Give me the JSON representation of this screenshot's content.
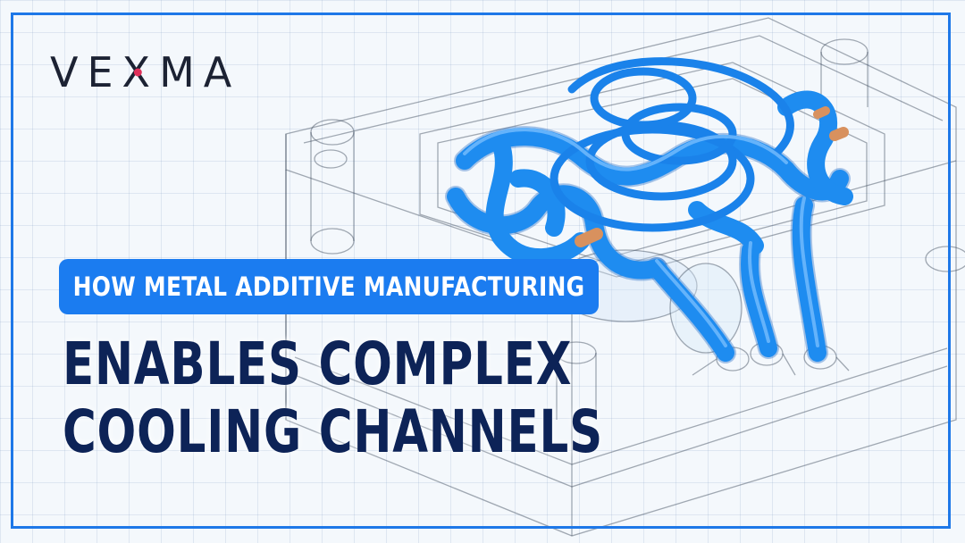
{
  "brand": {
    "logo_text": "VEXMA",
    "logo_parts": [
      "VE",
      "X",
      "MA"
    ],
    "accent_dot_color": "#e0305a"
  },
  "headline": {
    "tag": "HOW METAL ADDITIVE MANUFACTURING",
    "line1": "ENABLES COMPLEX",
    "line2": "COOLING CHANNELS"
  },
  "colors": {
    "frame": "#1e78e8",
    "pill_background": "#1b7cf0",
    "headline_text": "#0d2357",
    "channel_blue": "#1e8cf0"
  }
}
